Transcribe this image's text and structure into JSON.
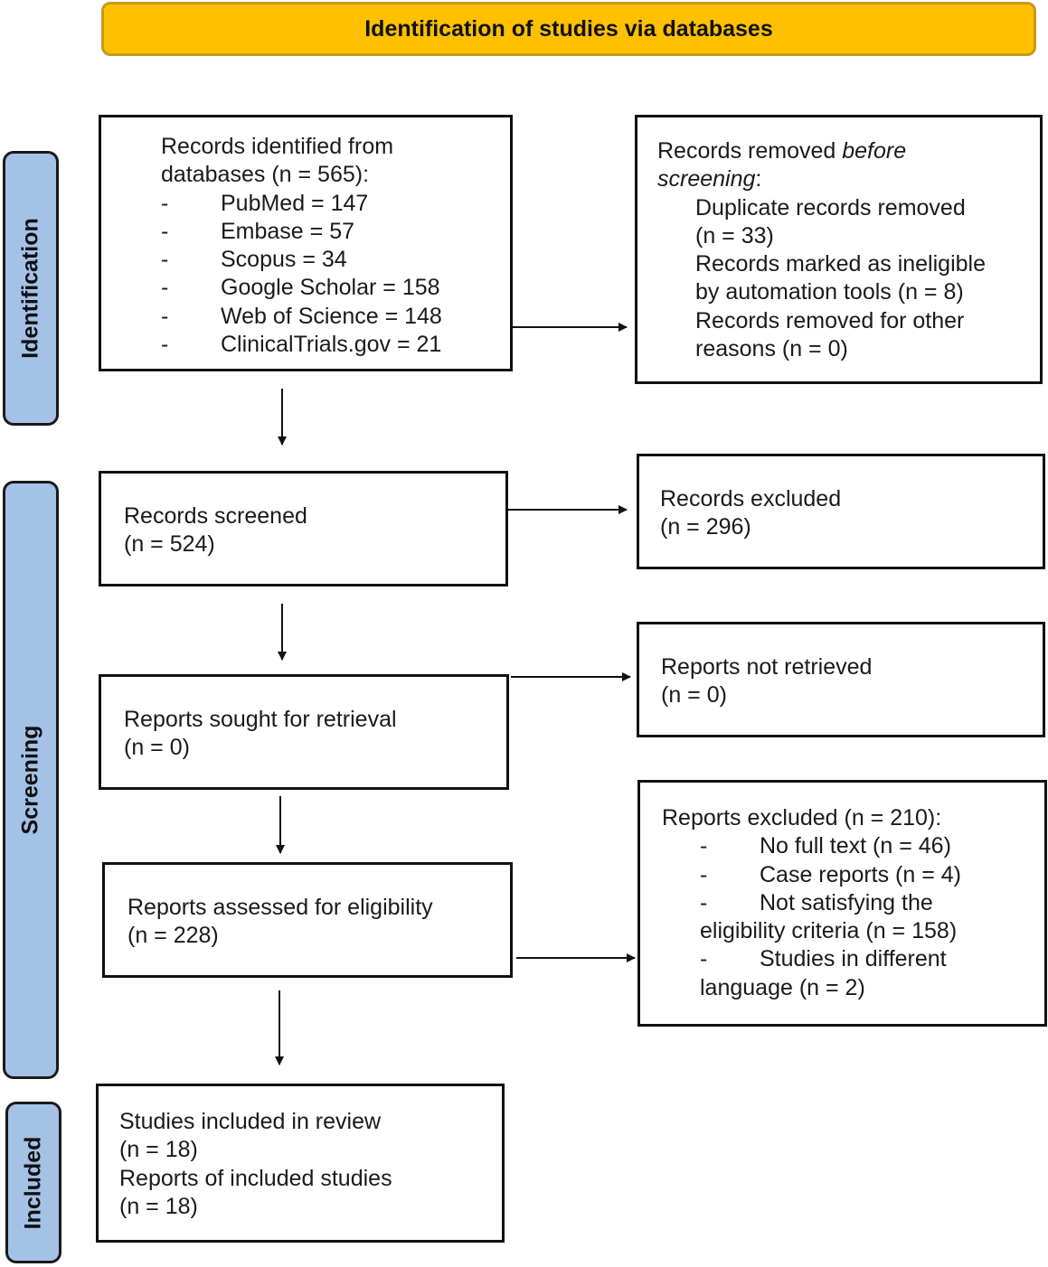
{
  "header": {
    "title": "Identification of studies via databases"
  },
  "phases": {
    "identification": "Identification",
    "screening": "Screening",
    "included": "Included"
  },
  "identified": {
    "line1": "Records identified from",
    "line2": "databases (n = 565):",
    "dash": "-",
    "sources": [
      "PubMed = 147",
      "Embase = 57",
      "Scopus = 34",
      "Google Scholar = 158",
      "Web of Science = 148",
      "ClinicalTrials.gov = 21"
    ]
  },
  "removed": {
    "line1_a": "Records removed ",
    "line1_b": "before",
    "line2_a": "screening",
    "line2_b": ":",
    "lines": [
      "Duplicate records removed",
      "(n = 33)",
      "Records marked as ineligible",
      "by automation tools (n = 8)",
      "Records removed for other",
      "reasons (n = 0)"
    ]
  },
  "screened": {
    "label": "Records screened",
    "count": "(n = 524)"
  },
  "excluded": {
    "label": "Records excluded",
    "count": "(n = 296)"
  },
  "sought": {
    "label": "Reports sought for retrieval",
    "count": "(n = 0)"
  },
  "not_retrieved": {
    "label": "Reports not retrieved",
    "count": "(n = 0)"
  },
  "assessed": {
    "label": "Reports assessed for eligibility",
    "count": "(n = 228)"
  },
  "reports_excluded": {
    "title": "Reports excluded (n = 210):",
    "dash": "-",
    "item1": "No full text (n = 46)",
    "item2": "Case reports (n = 4)",
    "item3a": "Not satisfying the",
    "item3b": "eligibility criteria (n = 158)",
    "item4a": "Studies in different",
    "item4b": "language (n = 2)"
  },
  "included": {
    "label1": "Studies included in review",
    "count1": "(n = 18)",
    "label2": "Reports of included studies",
    "count2": "(n = 18)"
  }
}
